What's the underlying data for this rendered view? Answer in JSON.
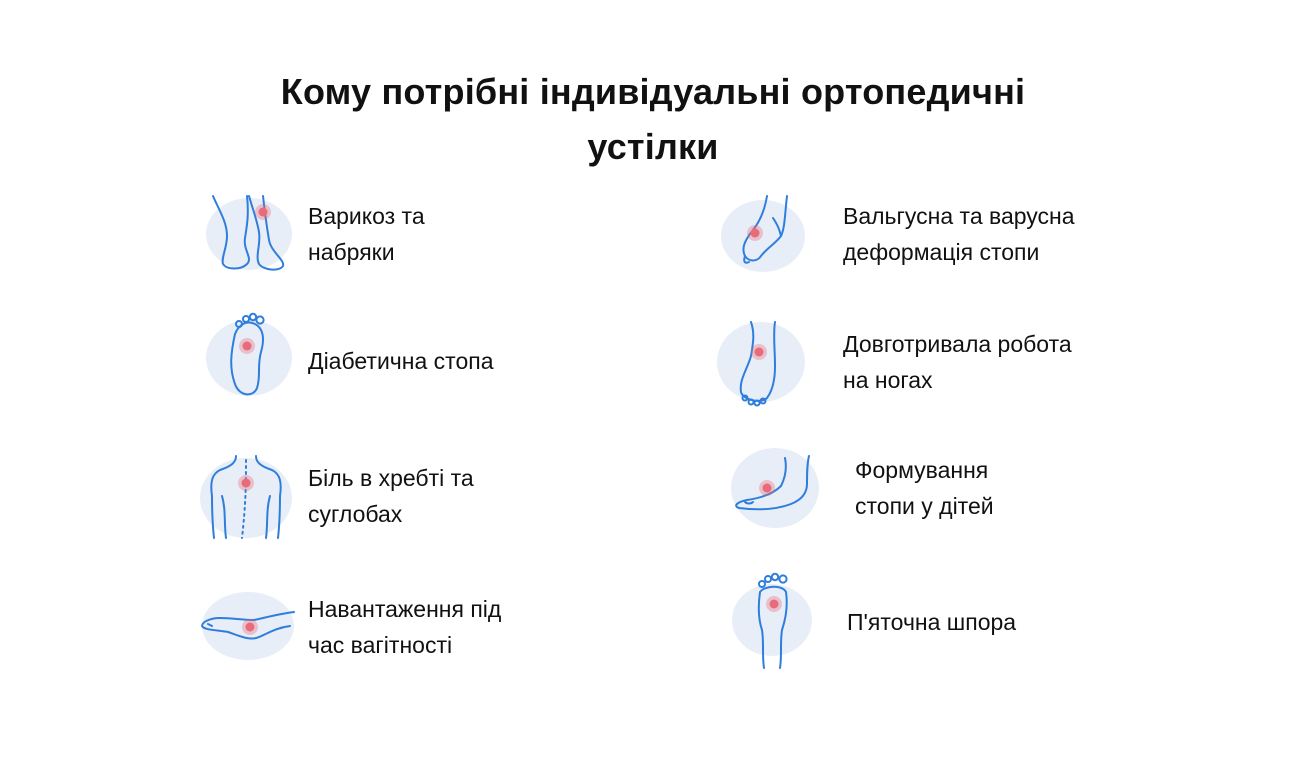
{
  "title": {
    "line1": "Кому потрібні індивідуальні ортопедичні",
    "line2": "устілки"
  },
  "left_items": [
    {
      "icon": "legs-varicose-icon",
      "line1": "Варикоз та",
      "line2": "набряки"
    },
    {
      "icon": "foot-sole-icon",
      "line1": "Діабетична стопа",
      "line2": ""
    },
    {
      "icon": "back-spine-icon",
      "line1": "Біль в хребті та",
      "line2": "суглобах"
    },
    {
      "icon": "foot-side-icon",
      "line1": "Навантаження під",
      "line2": "час вагітності"
    }
  ],
  "right_items": [
    {
      "icon": "foot-valgus-icon",
      "line1": "Вальгусна та варусна",
      "line2": "деформація стопи"
    },
    {
      "icon": "ankle-icon",
      "line1": "Довготривала робота",
      "line2": "на ногах"
    },
    {
      "icon": "child-foot-icon",
      "line1": "Формування",
      "line2": "стопи у дітей"
    },
    {
      "icon": "heel-spur-icon",
      "line1": "П'яточна шпора",
      "line2": ""
    }
  ],
  "colors": {
    "icon_line": "#2F7EDB",
    "icon_blob": "#E8EEF8",
    "pain_mark": "#E96A78",
    "text": "#111111"
  }
}
